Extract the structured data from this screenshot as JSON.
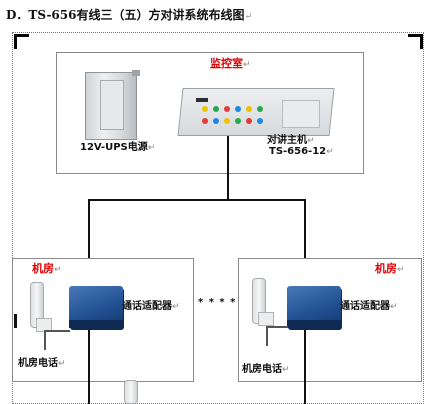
{
  "heading": "D．TS-656有线三（五）方对讲系统布线图",
  "paragraph_mark": "↵",
  "control_room": {
    "title": "监控室",
    "ups_label": "12V-UPS电源",
    "host_label_1": "对讲主机",
    "host_label_2": "TS-656-12"
  },
  "machine_room_left": {
    "title": "机房",
    "adapter_label": "通话适配器",
    "phone_label": "机房电话"
  },
  "machine_room_right": {
    "title": "机房",
    "adapter_label": "通话适配器",
    "phone_label": "机房电话"
  },
  "ellipsis": "* * * *",
  "colors": {
    "accent_red": "#e00000",
    "adapter_blue": "#1f4f91",
    "line": "#111111"
  },
  "host_key_colors": [
    "#f2c200",
    "#2aa84a",
    "#e23b3b",
    "#1e88e5",
    "#f2c200",
    "#2aa84a",
    "#e23b3b",
    "#1e88e5",
    "#f2c200",
    "#2aa84a",
    "#e23b3b",
    "#1e88e5"
  ]
}
